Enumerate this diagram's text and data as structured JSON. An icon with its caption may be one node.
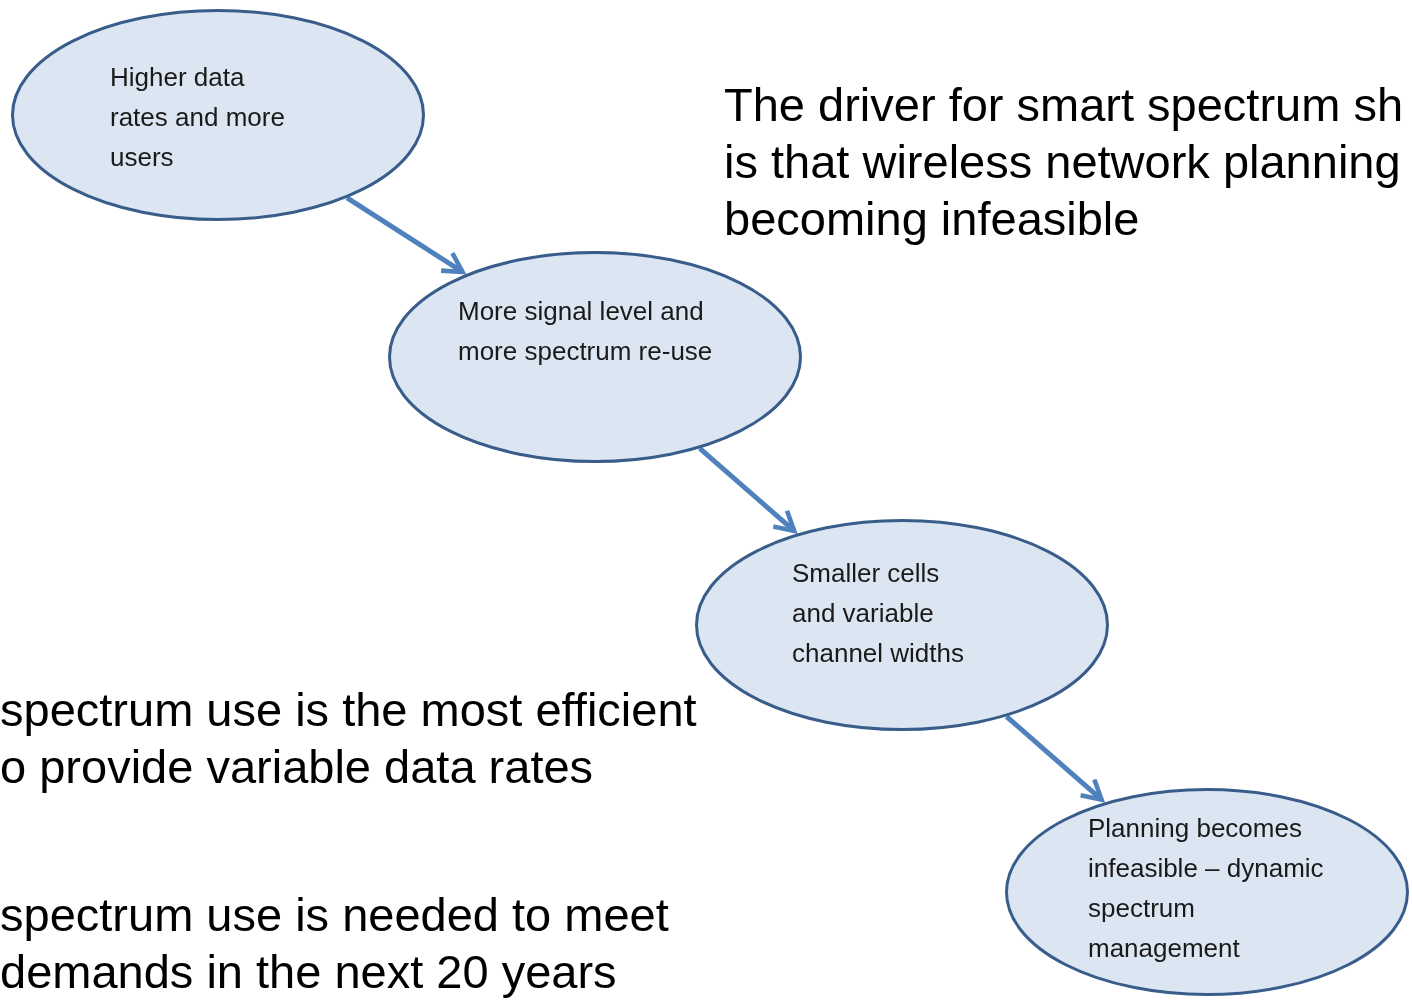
{
  "diagram": {
    "nodes": [
      {
        "text": [
          "Higher data rates and more users"
        ]
      },
      {
        "text": [
          "More signal level and more spectrum re-use"
        ]
      },
      {
        "text": [
          "Smaller cells and variable channel widths"
        ]
      },
      {
        "text": [
          "Planning becomes infeasible – dynamic spectrum management"
        ]
      }
    ],
    "edges": [
      {
        "from": 0,
        "to": 1,
        "arrow": "to"
      },
      {
        "from": 1,
        "to": 2,
        "arrow": "to"
      },
      {
        "from": 2,
        "to": 3,
        "arrow": "to"
      }
    ],
    "labels": [
      "The driver for smart spectrum sh is that wireless network planning becoming infeasible",
      "spectrum use is the most efficient o provide variable data rates",
      "spectrum use is needed to meet demands in the next 20 years"
    ]
  }
}
